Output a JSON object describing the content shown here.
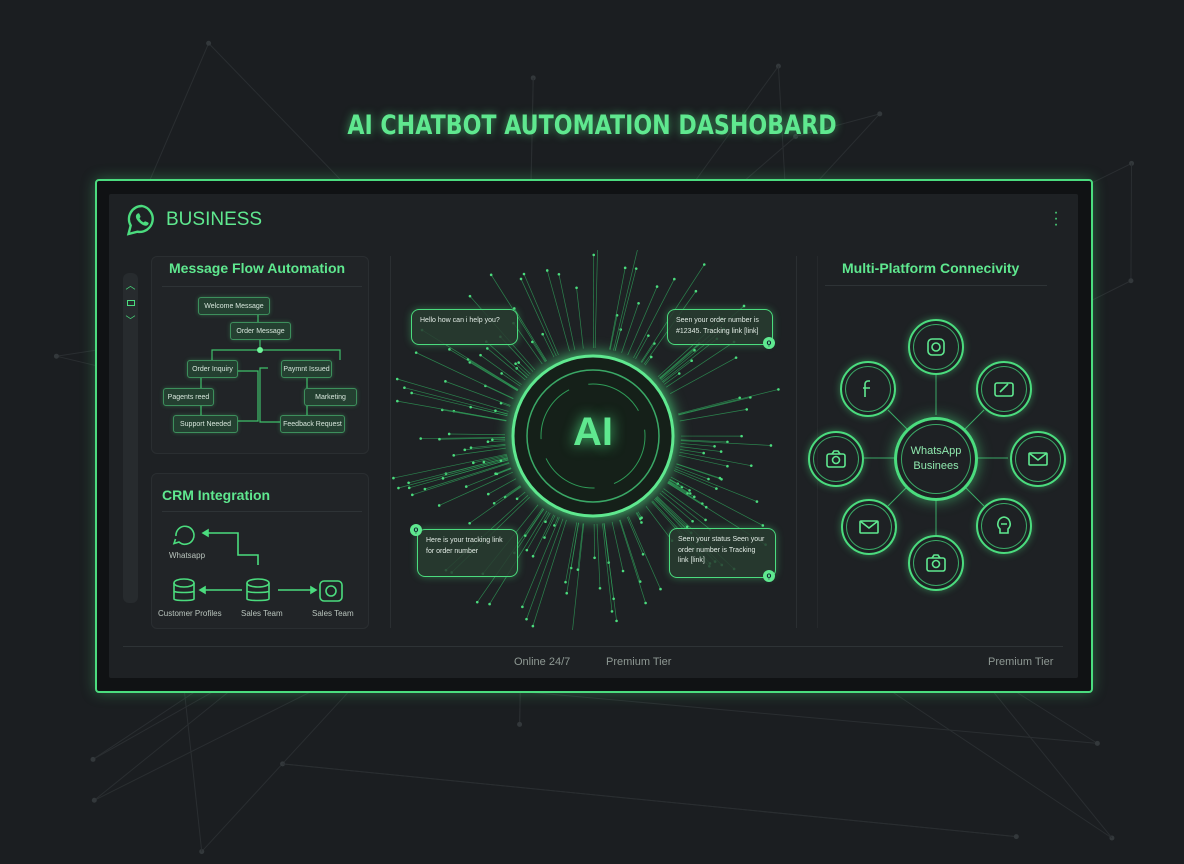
{
  "page_title": "AI CHATBOT AUTOMATION DASHOBARD",
  "header": {
    "brand": "BUSINESS",
    "menu_icon": "more-vertical-icon"
  },
  "colors": {
    "accent": "#4bdc7e",
    "background": "#1b1e21",
    "panel": "#1e2124"
  },
  "sidebar": {
    "icons": [
      "chevron-up-icon",
      "square-icon",
      "chevron-down-icon"
    ]
  },
  "flow": {
    "title": "Message Flow Automation",
    "nodes": [
      "Welcome Message",
      "Order Message",
      "Order Inquiry",
      "Paymnt Issued",
      "Pagents reed",
      "Marketing",
      "Support Needed",
      "Feedback Request"
    ]
  },
  "crm": {
    "title": "CRM Integration",
    "items": [
      "Whatsapp",
      "Customer Profiles",
      "Sales Team",
      "Sales Team"
    ]
  },
  "center": {
    "core_label": "AI",
    "bubbles": [
      "Hello how can i help you?",
      "Seen your order number is #12345. Tracking link [link]",
      "Here is your tracking link for order number",
      "Seen your status Seen your order number is Tracking link [link]"
    ]
  },
  "platforms": {
    "title": "Multi-Platform Connecivity",
    "hub": "WhatsApp Businees",
    "icons": [
      "instagram-icon",
      "facebook-icon",
      "edit-icon",
      "camera-icon",
      "mail-icon",
      "mail-icon",
      "bot-icon",
      "camera-icon"
    ]
  },
  "footer": {
    "status": "Online 24/7",
    "tier": "Premium Tier",
    "tier_right": "Premium Tier"
  }
}
